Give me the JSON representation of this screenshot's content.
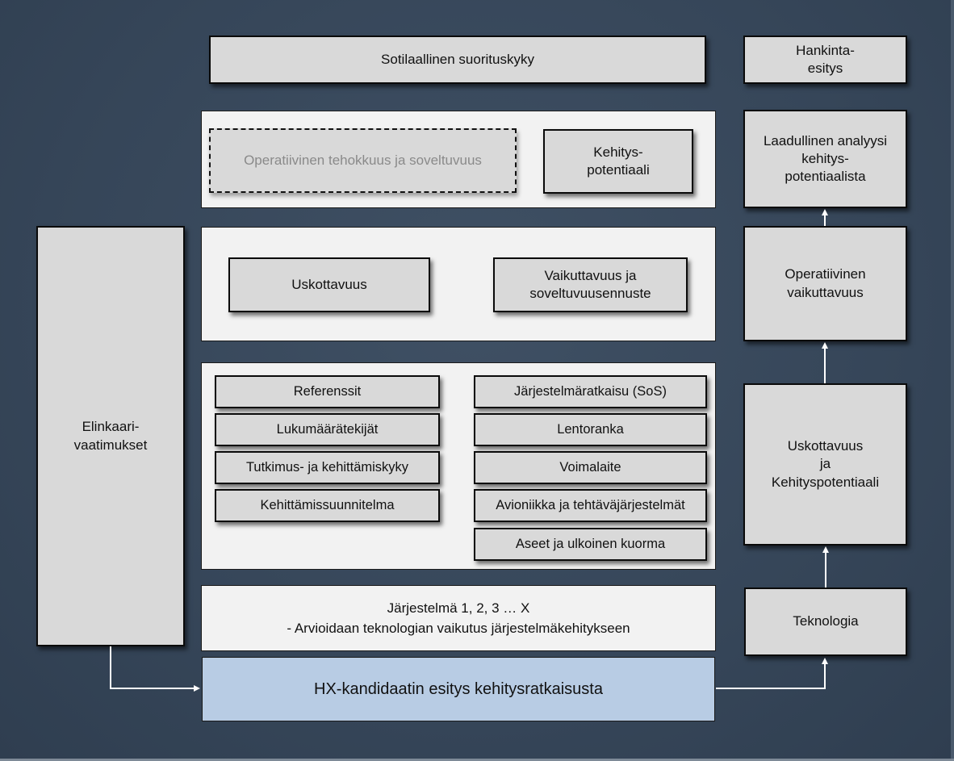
{
  "diagram": {
    "top": {
      "military_capability": "Sotilaallinen suorituskyky",
      "procurement_proposal": [
        "Hankinta-",
        "esitys"
      ]
    },
    "panel_operational": {
      "operational_effectiveness": "Operatiivinen tehokkuus ja soveltuvuus",
      "development_potential": [
        "Kehitys-",
        "potentiaali"
      ]
    },
    "panel_credibility": {
      "credibility": "Uskottavuus",
      "effectiveness_forecast": [
        "Vaikuttavuus ja",
        "soveltuvuusennuste"
      ]
    },
    "panel_factors": {
      "left": [
        "Referenssit",
        "Lukumäärätekijät",
        "Tutkimus- ja kehittämiskyky",
        "Kehittämissuunnitelma"
      ],
      "right": [
        "Järjestelmäratkaisu (SoS)",
        "Lentoranka",
        "Voimalaite",
        "Avioniikka ja tehtäväjärjestelmät",
        "Aseet ja ulkoinen kuorma"
      ]
    },
    "systems_panel": {
      "line1": "Järjestelmä 1, 2, 3 … X",
      "line2": "- Arvioidaan teknologian vaikutus järjestelmäkehitykseen"
    },
    "hx_presentation": "HX-kandidaatin esitys kehitysratkaisusta",
    "lifecycle": [
      "Elinkaari-",
      "vaatimukset"
    ],
    "right_column": {
      "qualitative_analysis": [
        "Laadullinen analyysi",
        "kehitys-",
        "potentiaalista"
      ],
      "operational_effectiveness": [
        "Operatiivinen",
        "vaikuttavuus"
      ],
      "credibility_potential": [
        "Uskottavuus",
        "ja",
        "Kehityspotentiaali"
      ],
      "technology": "Teknologia"
    },
    "colors": {
      "background": "#364659",
      "box_fill": "#d9d9d9",
      "panel_fill": "#f2f2f2",
      "highlight_fill": "#b8cce4",
      "arrow": "#ffffff",
      "muted_text": "#8a8a8a"
    }
  }
}
